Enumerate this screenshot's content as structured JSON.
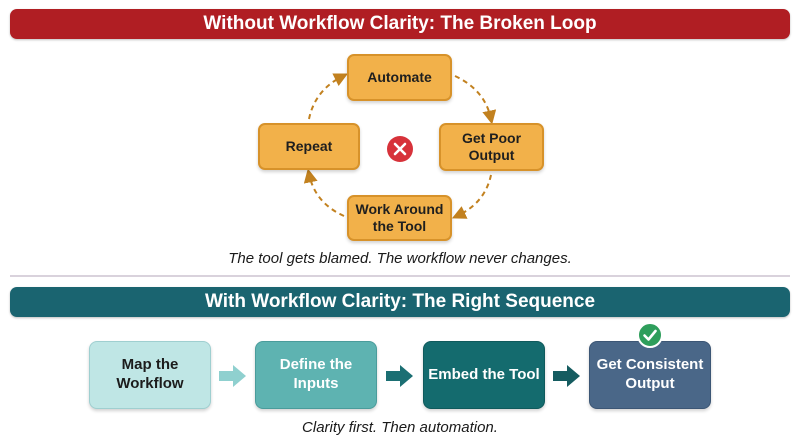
{
  "top_section": {
    "title": "Without Workflow Clarity: The Broken Loop",
    "loop_steps": {
      "automate": "Automate",
      "get_poor_output": "Get Poor Output",
      "work_around": "Work Around the Tool",
      "repeat": "Repeat"
    },
    "center_icon": "x-circle-icon",
    "caption": "The tool gets blamed. The workflow never changes."
  },
  "bottom_section": {
    "title": "With Workflow Clarity: The Right Sequence",
    "steps": [
      "Map the Workflow",
      "Define the Inputs",
      "Embed the Tool",
      "Get Consistent Output"
    ],
    "final_step_icon": "checkmark-icon",
    "caption": "Clarity first. Then automation."
  },
  "colors": {
    "broken_banner": "#b01e23",
    "right_banner": "#1a6470",
    "loop_box": "#f2b14a",
    "loop_arrow": "#c2811f",
    "step_1": "#bfe6e5",
    "step_2": "#5eb3b1",
    "step_3": "#146b6e",
    "step_4": "#4a6788",
    "check": "#2e9e5b"
  }
}
